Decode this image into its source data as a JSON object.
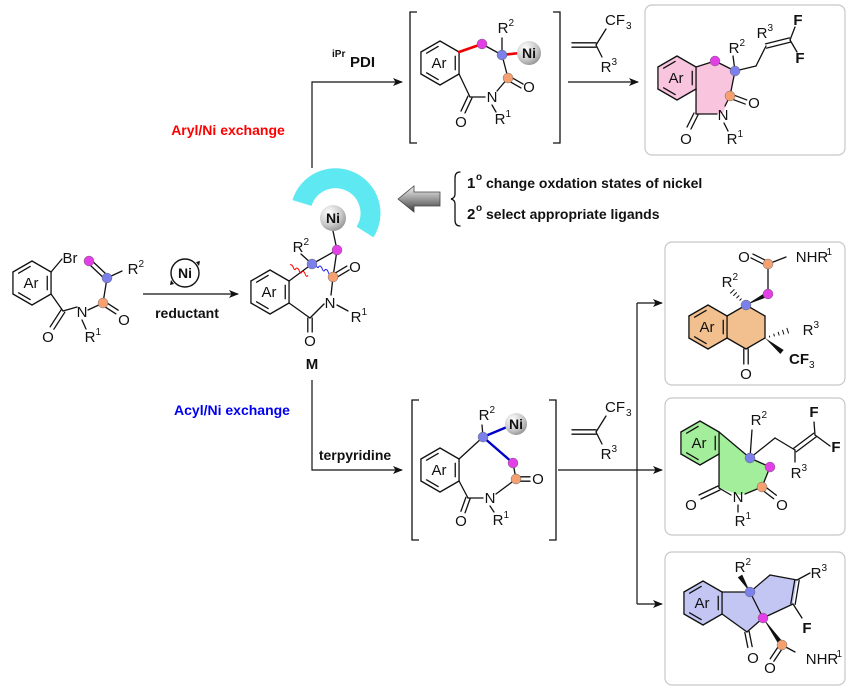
{
  "labels": {
    "aryl_exchange": "Aryl/Ni exchange",
    "acyl_exchange": "Acyl/Ni exchange",
    "reductant": "reductant",
    "ligand_top_sup": "iPr",
    "ligand_top": "PDI",
    "ligand_bottom": "terpyridine",
    "intermediate": "M"
  },
  "notes": [
    {
      "num": "1",
      "sup": "o",
      "text": "change oxdation states of nickel"
    },
    {
      "num": "2",
      "sup": "o",
      "text": "select appropriate ligands"
    }
  ],
  "atoms": {
    "Ar": "Ar",
    "Br": "Br",
    "Ni": "Ni",
    "N": "N",
    "O": "O",
    "F": "F",
    "R": "R",
    "CF": "CF",
    "NHR": "NHR"
  },
  "sub": {
    "1": "1",
    "2": "2",
    "3": "3"
  },
  "colors": {
    "aryl_exchange": "#ff0000",
    "acyl_exchange": "#0000ee",
    "ball_pink": "#e23fe6",
    "ball_blue": "#7c80ea",
    "ball_orange": "#f4a071",
    "ligand_cyan": "#5ee9f2",
    "fill_pink": "#f9c4de",
    "fill_orange": "#f2c08f",
    "fill_green": "#a3ee9b",
    "fill_blue": "#c3c6f2"
  }
}
